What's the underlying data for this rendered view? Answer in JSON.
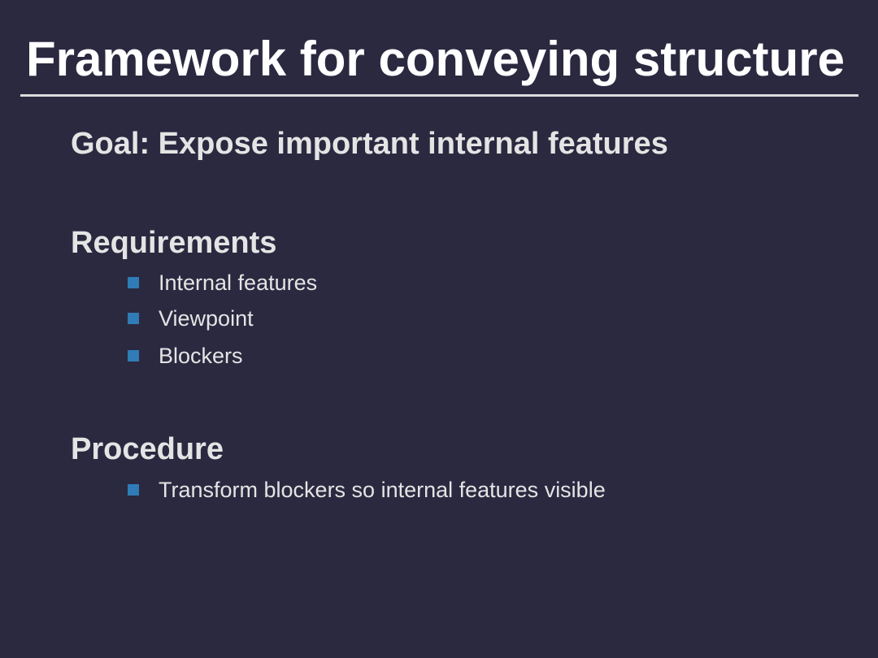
{
  "slide": {
    "title": "Framework for conveying structure",
    "goal": "Goal: Expose important internal features",
    "requirements": {
      "heading": "Requirements",
      "items": [
        "Internal features",
        "Viewpoint",
        "Blockers"
      ]
    },
    "procedure": {
      "heading": "Procedure",
      "items": [
        "Transform blockers so internal features visible"
      ]
    },
    "colors": {
      "background": "#2b2940",
      "bullet": "#2f7cb7",
      "text": "#e4e4e4"
    }
  }
}
